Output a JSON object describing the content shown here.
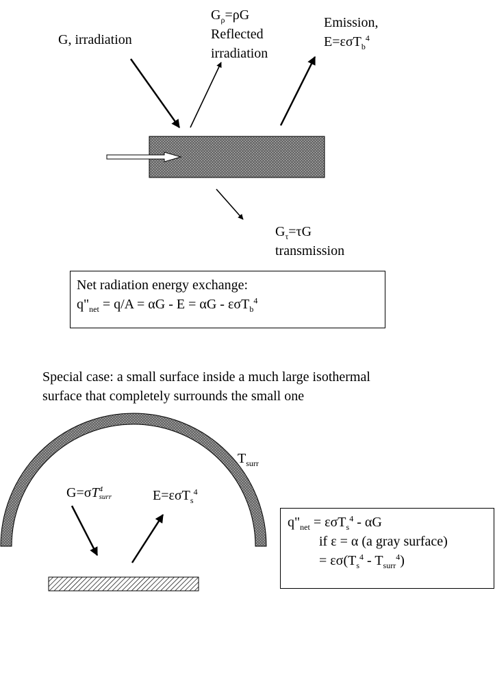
{
  "top_diagram": {
    "irradiation_label": "G, irradiation",
    "reflected": {
      "eq_lhs": "G",
      "eq_lhs_sub": "ρ",
      "eq_rhs": "=ρG",
      "line2": "Reflected",
      "line3": "irradiation"
    },
    "emission": {
      "line1": "Emission,",
      "eq_main": "E=εσT",
      "eq_sub": "b",
      "eq_sup": "4"
    },
    "transmission": {
      "eq_lhs": "G",
      "eq_lhs_sub": "τ",
      "eq_rhs": "=τG",
      "line2": "transmission"
    },
    "net_box": {
      "line1": "Net radiation energy exchange:",
      "q": "q\"",
      "q_sub": "net",
      "eq_main": " = q/A = αG - E = αG - εσT",
      "eq_sub": "b",
      "eq_sup": "4"
    }
  },
  "bottom_diagram": {
    "special_case_line1": "Special case: a small surface inside a much large isothermal",
    "special_case_line2": "surface that completely surrounds the small one",
    "tsurr_main": "T",
    "tsurr_sub": "surr",
    "g_label_main": "G=σ",
    "g_label_T": "T",
    "g_label_sup": "4",
    "g_label_sub": "surr",
    "e_label_main": "E=εσT",
    "e_label_sub": "s",
    "e_label_sup": "4",
    "result_box": {
      "q": "q\"",
      "q_sub": "net",
      "line1_a": " = εσT",
      "line1_sub": "s",
      "line1_sup": "4",
      "line1_b": " - αG",
      "line2": "if ε = α (a gray surface)",
      "line3_a": "= εσ(T",
      "line3_sub1": "s",
      "line3_sup1": "4",
      "line3_b": " - T",
      "line3_sub2": "surr",
      "line3_sup2": "4",
      "line3_c": ")"
    }
  }
}
